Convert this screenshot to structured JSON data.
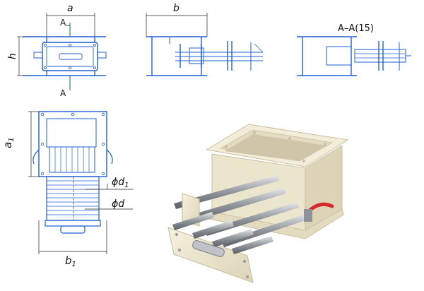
{
  "labels": {
    "dim_a": "a",
    "dim_b": "b",
    "dim_h": "h",
    "dim_a1_main": "a",
    "dim_a1_sub": "1",
    "dim_b1_main": "b",
    "dim_b1_sub": "1",
    "dim_d1_main": "ϕd",
    "dim_d1_sub": "1",
    "dim_d": "ϕd",
    "section_top": "A",
    "section_bottom": "A",
    "section_title": "A–A(15)"
  },
  "colors": {
    "line_blue": "#1f5fd6",
    "dim_line": "#222222",
    "housing_cream": "#efe9d3",
    "housing_shadow": "#d8d0b6",
    "rod_metal": "#9aa0a6",
    "handle_red": "#d42a2a"
  }
}
